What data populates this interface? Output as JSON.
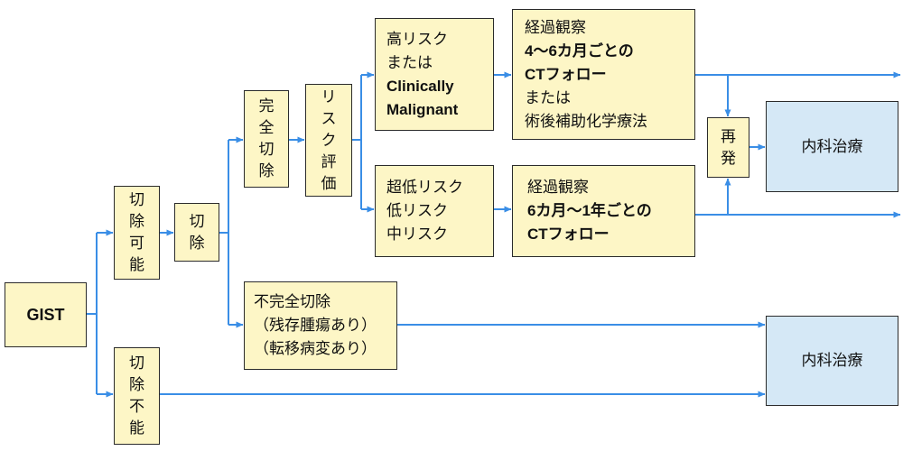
{
  "colors": {
    "process_fill": "#fdf6c6",
    "treatment_fill": "#d5e8f6",
    "border": "#2b2b2b",
    "arrow": "#3a8ee6",
    "text": "#111111"
  },
  "nodes": {
    "gist": {
      "label": "GIST"
    },
    "resectable": {
      "label": "切除可能"
    },
    "unresectable": {
      "label": "切除不能"
    },
    "resection": {
      "label": "切除"
    },
    "complete_resection": {
      "label": "完全切除"
    },
    "risk_assessment": {
      "label": "リスク評価"
    },
    "high_risk": {
      "lines": [
        "高リスク",
        "または",
        "Clinically",
        "Malignant"
      ]
    },
    "low_risk": {
      "lines": [
        "超低リスク",
        "低リスク",
        "中リスク"
      ]
    },
    "followup_high": {
      "lines": [
        "経過観察",
        "4～6カ月ごとの",
        "CTフォロー",
        "または",
        "術後補助化学療法"
      ]
    },
    "followup_low": {
      "lines": [
        "経過観察",
        "6カ月～1年ごとの",
        "CTフォロー"
      ]
    },
    "recurrence": {
      "label": "再発"
    },
    "medical_therapy_upper": {
      "label": "内科治療"
    },
    "incomplete_resection": {
      "lines": [
        "不完全切除",
        "（残存腫瘍あり）",
        "（転移病変あり）"
      ]
    },
    "medical_therapy_lower": {
      "label": "内科治療"
    }
  }
}
